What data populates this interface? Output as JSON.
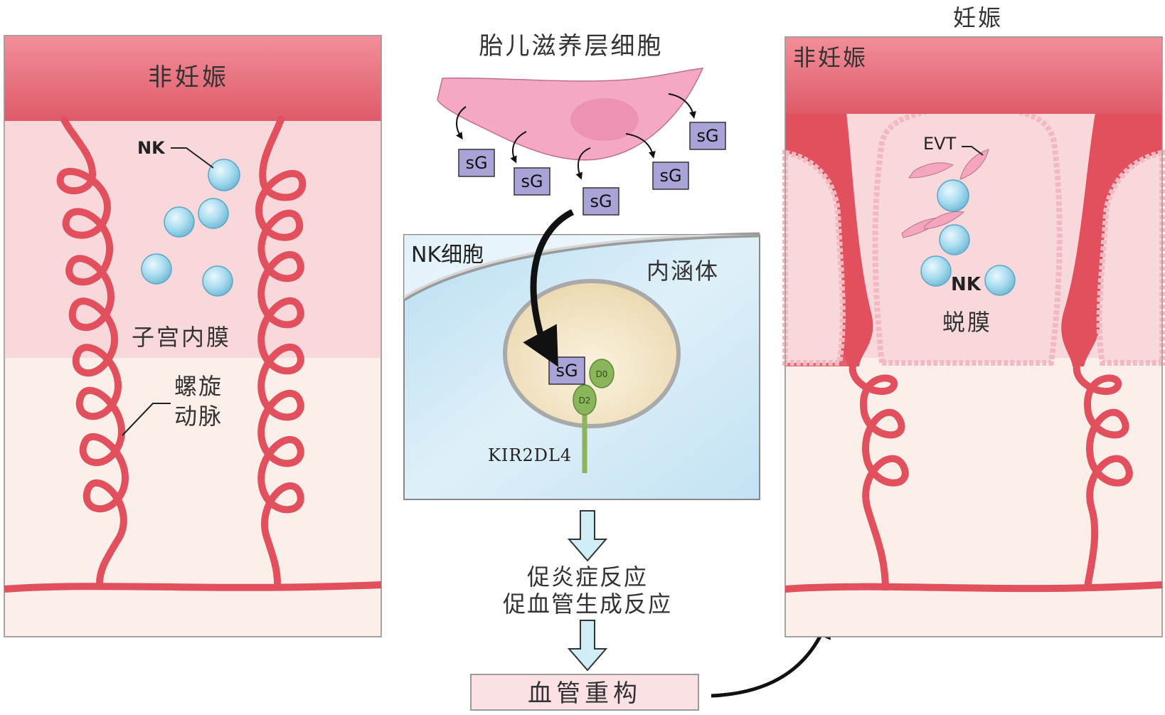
{
  "colors": {
    "top_band": "#e26674",
    "endometrium": "#f9d8dc",
    "deep_layer": "#fcefe9",
    "artery": "#e2505e",
    "nk_cell": "#a8dcef",
    "sg_box": "#a9a4d8",
    "trophoblast": "#f5a8c4",
    "nk_panel_bg": "#cfe9f6",
    "endosome": "#f3e6c8",
    "receptor": "#8bb55a",
    "flow_arrow": "#cfeef8",
    "remodel_box": "#fbe1e4"
  },
  "left_panel": {
    "header": "非妊娠",
    "nk_label": "NK",
    "endometrium_label": "子宫内膜",
    "artery_label_line1": "螺旋",
    "artery_label_line2": "动脉"
  },
  "center": {
    "trophoblast_title": "胎儿滋养层细胞",
    "sg_label": "sG",
    "nk_cell_title": "NK细胞",
    "endosome_label": "内涵体",
    "receptor_label": "KIR2DL4",
    "domain_d0": "D0",
    "domain_d2": "D2",
    "response_line1": "促炎症反应",
    "response_line2": "促血管生成反应",
    "remodel_label": "血管重构"
  },
  "right_panel": {
    "title": "妊娠",
    "header": "非妊娠",
    "evt_label": "EVT",
    "nk_label": "NK",
    "decidua_label": "蜕膜"
  }
}
